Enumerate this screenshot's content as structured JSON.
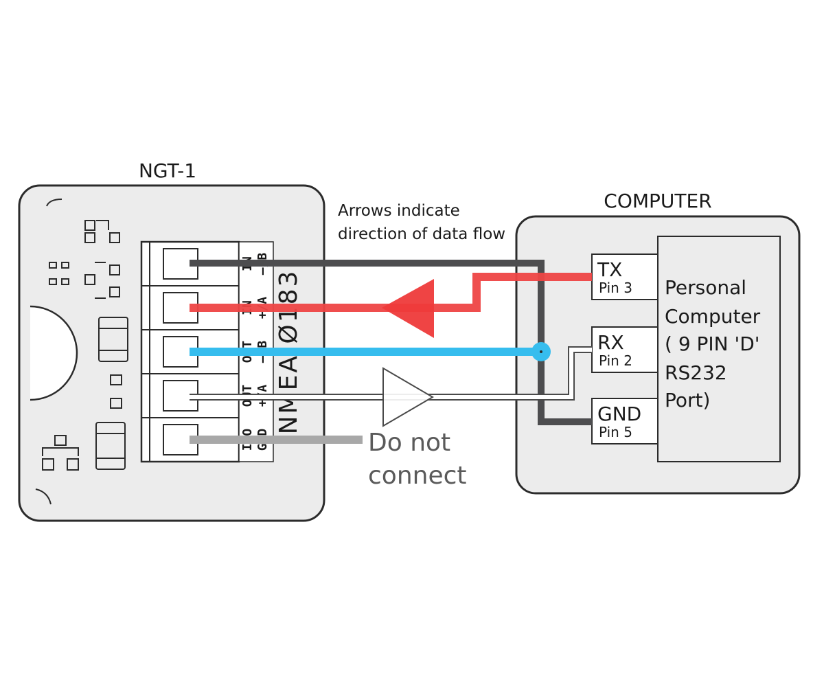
{
  "device": {
    "title": "NGT-1",
    "nmea_label": "NMEA Ø183",
    "terminals": [
      {
        "top": "IN",
        "bottom": "–/B"
      },
      {
        "top": "IN",
        "bottom": "+/A"
      },
      {
        "top": "OUT",
        "bottom": "–/B"
      },
      {
        "top": "OUT",
        "bottom": "+/A"
      },
      {
        "top": "ISO",
        "bottom": "GND"
      }
    ]
  },
  "computer": {
    "title": "COMPUTER",
    "pc_label_lines": [
      "Personal",
      "Computer",
      "( 9 PIN 'D'",
      "RS232",
      "Port)"
    ],
    "pins": [
      {
        "name": "TX",
        "pin": "Pin 3"
      },
      {
        "name": "RX",
        "pin": "Pin 2"
      },
      {
        "name": "GND",
        "pin": "Pin 5"
      }
    ]
  },
  "notes": {
    "arrow_note_lines": [
      "Arrows indicate",
      "direction of data flow"
    ],
    "do_not_connect_lines": [
      "Do not",
      "connect"
    ]
  },
  "colors": {
    "ground_wire": "#4d4d4f",
    "tx_wire": "#ee4444",
    "rx_wire": "#36bdee",
    "unused_wire": "#a8a8a8",
    "panel_fill": "#ececec",
    "outline": "#2b2b2b"
  }
}
